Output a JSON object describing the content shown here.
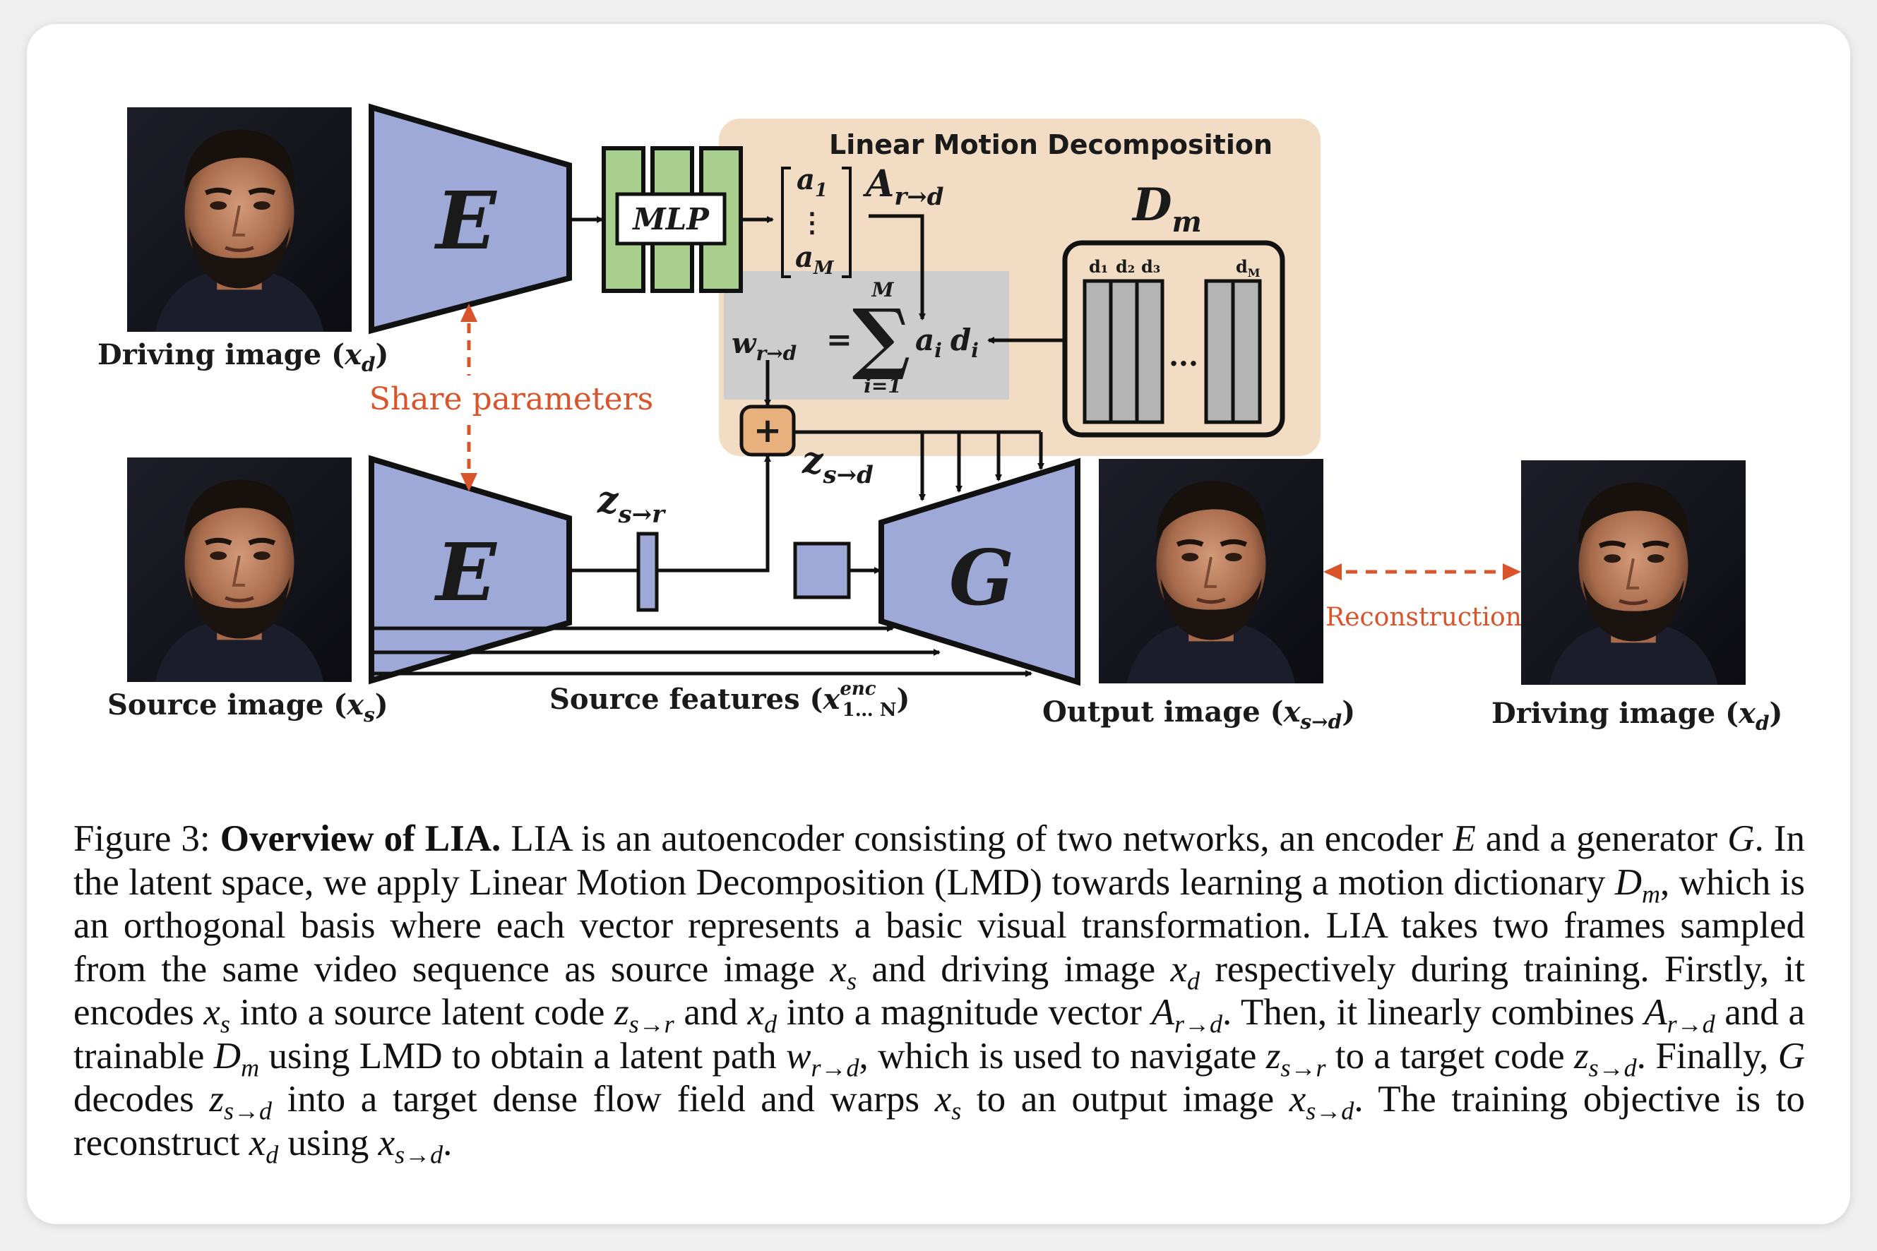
{
  "diagram": {
    "driving_label_top": "Driving image (",
    "driving_label_top_var": "x",
    "driving_label_top_sub": "d",
    "share_parameters": "Share parameters",
    "source_label": "Source image (",
    "source_label_var": "x",
    "source_label_sub": "s",
    "encoder_top": "E",
    "encoder_bottom": "E",
    "generator": "G",
    "mlp": "MLP",
    "vec_a1": "a",
    "vec_a1_sub": "1",
    "vec_dots": "⋮",
    "vec_aM": "a",
    "vec_aM_sub": "M",
    "A_label": "A",
    "A_sub": "r→d",
    "lmd_title": "Linear Motion Decomposition",
    "Dm_label": "D",
    "Dm_sub": "m",
    "dict_d1": "d₁",
    "dict_d2": "d₂",
    "dict_d3": "d₃",
    "dict_dM": "d",
    "dict_dM_sub": "M",
    "dict_dots": "...",
    "sum_w": "w",
    "sum_w_sub": "r→d",
    "sum_eq": "=",
    "sum_top": "M",
    "sum_bottom": "i=1",
    "sum_term": "a",
    "sum_term_sub1": "i",
    "sum_term_d": "d",
    "sum_term_sub2": "i",
    "plus": "+",
    "z_sd": "z",
    "z_sd_sub": "s→d",
    "z_sr": "z",
    "z_sr_sub": "s→r",
    "source_features": "Source features (",
    "source_features_var": "x",
    "source_features_sup": "enc",
    "source_features_sub": "1… N",
    "output_label": "Output image (",
    "output_label_var": "x",
    "output_label_sub": "s→d",
    "reconstruction": "Reconstruction",
    "driving_label_right": "Driving image (",
    "driving_label_right_var": "x",
    "driving_label_right_sub": "d",
    "close_paren": ")"
  },
  "colors": {
    "network_fill": "#9ea9d8",
    "mlp_fill": "#a8cf8e",
    "lmd_bg": "#f2dcc4",
    "sum_bg": "#cdcdcd",
    "dict_fill": "#b4b4b4",
    "plus_fill": "#e7b07c",
    "accent_red": "#d9542b"
  },
  "caption": {
    "fig_label": "Figure 3:",
    "bold_title": "Overview of LIA.",
    "s1": " LIA is an autoencoder consisting of two networks, an encoder ",
    "E": "E",
    "s2": " and a generator ",
    "G": "G",
    "s3": ". In the latent space, we apply Linear Motion Decomposition (LMD) towards learning a motion dictionary ",
    "Dm": "D",
    "m": "m",
    "s4": ", which is an orthogonal basis where each vector represents a basic visual transformation. LIA takes two frames sampled from the same video sequence as source image ",
    "xs": "x",
    "s": "s",
    "s5": " and driving image ",
    "xd": "x",
    "d": "d",
    "s6": " respectively during training. Firstly, it encodes ",
    "s7": " into a source latent code ",
    "z": "z",
    "sr": "s→r",
    "s8": " and ",
    "s9": " into a magnitude vector ",
    "A": "A",
    "rd": "r→d",
    "s10": ". Then, it linearly combines ",
    "s11": " and a trainable ",
    "s12": " using LMD to obtain a latent path ",
    "w": "w",
    "s13": ", which is used to navigate ",
    "s14": " to a target code ",
    "sd": "s→d",
    "s15": ". Finally, ",
    "s16": " decodes ",
    "s17": " into a target dense flow field and warps ",
    "s18": " to an output image ",
    "s19": ". The training objective is to reconstruct ",
    "s20": " using ",
    "s21": "."
  }
}
